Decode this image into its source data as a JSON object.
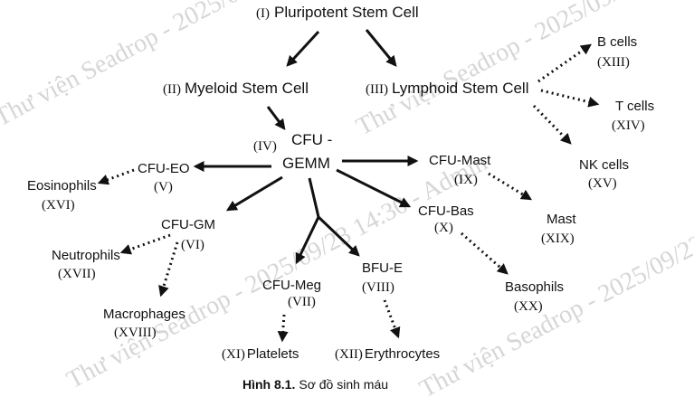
{
  "watermark": "Thư viện Seadrop - 2025/09/23 14:30 - Admin",
  "nodes": {
    "pluripotent": {
      "roman": "(I)",
      "label": "Pluripotent Stem Cell"
    },
    "myeloid": {
      "roman": "(II)",
      "label": "Myeloid Stem Cell"
    },
    "lymphoid": {
      "roman": "(III)",
      "label": "Lymphoid Stem Cell"
    },
    "cfu_gemm": {
      "roman": "(IV)",
      "label_line1": "CFU -",
      "label_line2": "GEMM"
    },
    "cfu_eo": {
      "roman": "(V)",
      "label": "CFU-EO"
    },
    "cfu_gm": {
      "roman": "(VI)",
      "label": "CFU-GM"
    },
    "cfu_meg": {
      "roman": "(VII)",
      "label": "CFU-Meg"
    },
    "bfu_e": {
      "roman": "(VIII)",
      "label": "BFU-E"
    },
    "cfu_mast": {
      "roman": "(IX)",
      "label": "CFU-Mast"
    },
    "cfu_bas": {
      "roman": "(X)",
      "label": "CFU-Bas"
    },
    "platelets": {
      "roman": "(XI)",
      "label": "Platelets"
    },
    "erythrocytes": {
      "roman": "(XII)",
      "label": "Erythrocytes"
    },
    "b_cells": {
      "roman": "(XIII)",
      "label": "B cells"
    },
    "t_cells": {
      "roman": "(XIV)",
      "label": "T cells"
    },
    "nk_cells": {
      "roman": "(XV)",
      "label": "NK cells"
    },
    "eosinophils": {
      "roman": "(XVI)",
      "label": "Eosinophils"
    },
    "neutrophils": {
      "roman": "(XVII)",
      "label": "Neutrophils"
    },
    "macrophages": {
      "roman": "(XVIII)",
      "label": "Macrophages"
    },
    "mast": {
      "roman": "(XIX)",
      "label": "Mast"
    },
    "basophils": {
      "roman": "(XX)",
      "label": "Basophils"
    }
  },
  "edges": [
    {
      "from": "pluripotent",
      "to": "myeloid",
      "style": "solid"
    },
    {
      "from": "pluripotent",
      "to": "lymphoid",
      "style": "solid"
    },
    {
      "from": "myeloid",
      "to": "cfu_gemm",
      "style": "solid"
    },
    {
      "from": "lymphoid",
      "to": "b_cells",
      "style": "dotted"
    },
    {
      "from": "lymphoid",
      "to": "t_cells",
      "style": "dotted"
    },
    {
      "from": "lymphoid",
      "to": "nk_cells",
      "style": "dotted"
    },
    {
      "from": "cfu_gemm",
      "to": "cfu_eo",
      "style": "solid"
    },
    {
      "from": "cfu_gemm",
      "to": "cfu_gm",
      "style": "solid"
    },
    {
      "from": "cfu_gemm",
      "to": "cfu_meg",
      "style": "solid"
    },
    {
      "from": "cfu_gemm",
      "to": "bfu_e",
      "style": "solid"
    },
    {
      "from": "cfu_gemm",
      "to": "cfu_mast",
      "style": "solid"
    },
    {
      "from": "cfu_gemm",
      "to": "cfu_bas",
      "style": "solid"
    },
    {
      "from": "cfu_eo",
      "to": "eosinophils",
      "style": "dotted"
    },
    {
      "from": "cfu_gm",
      "to": "neutrophils",
      "style": "dotted"
    },
    {
      "from": "cfu_gm",
      "to": "macrophages",
      "style": "dotted"
    },
    {
      "from": "cfu_meg",
      "to": "platelets",
      "style": "dotted"
    },
    {
      "from": "bfu_e",
      "to": "erythrocytes",
      "style": "dotted"
    },
    {
      "from": "cfu_mast",
      "to": "mast",
      "style": "dotted"
    },
    {
      "from": "cfu_bas",
      "to": "basophils",
      "style": "dotted"
    }
  ],
  "caption": {
    "figure": "Hình 8.1.",
    "text": "Sơ đồ sinh máu"
  }
}
